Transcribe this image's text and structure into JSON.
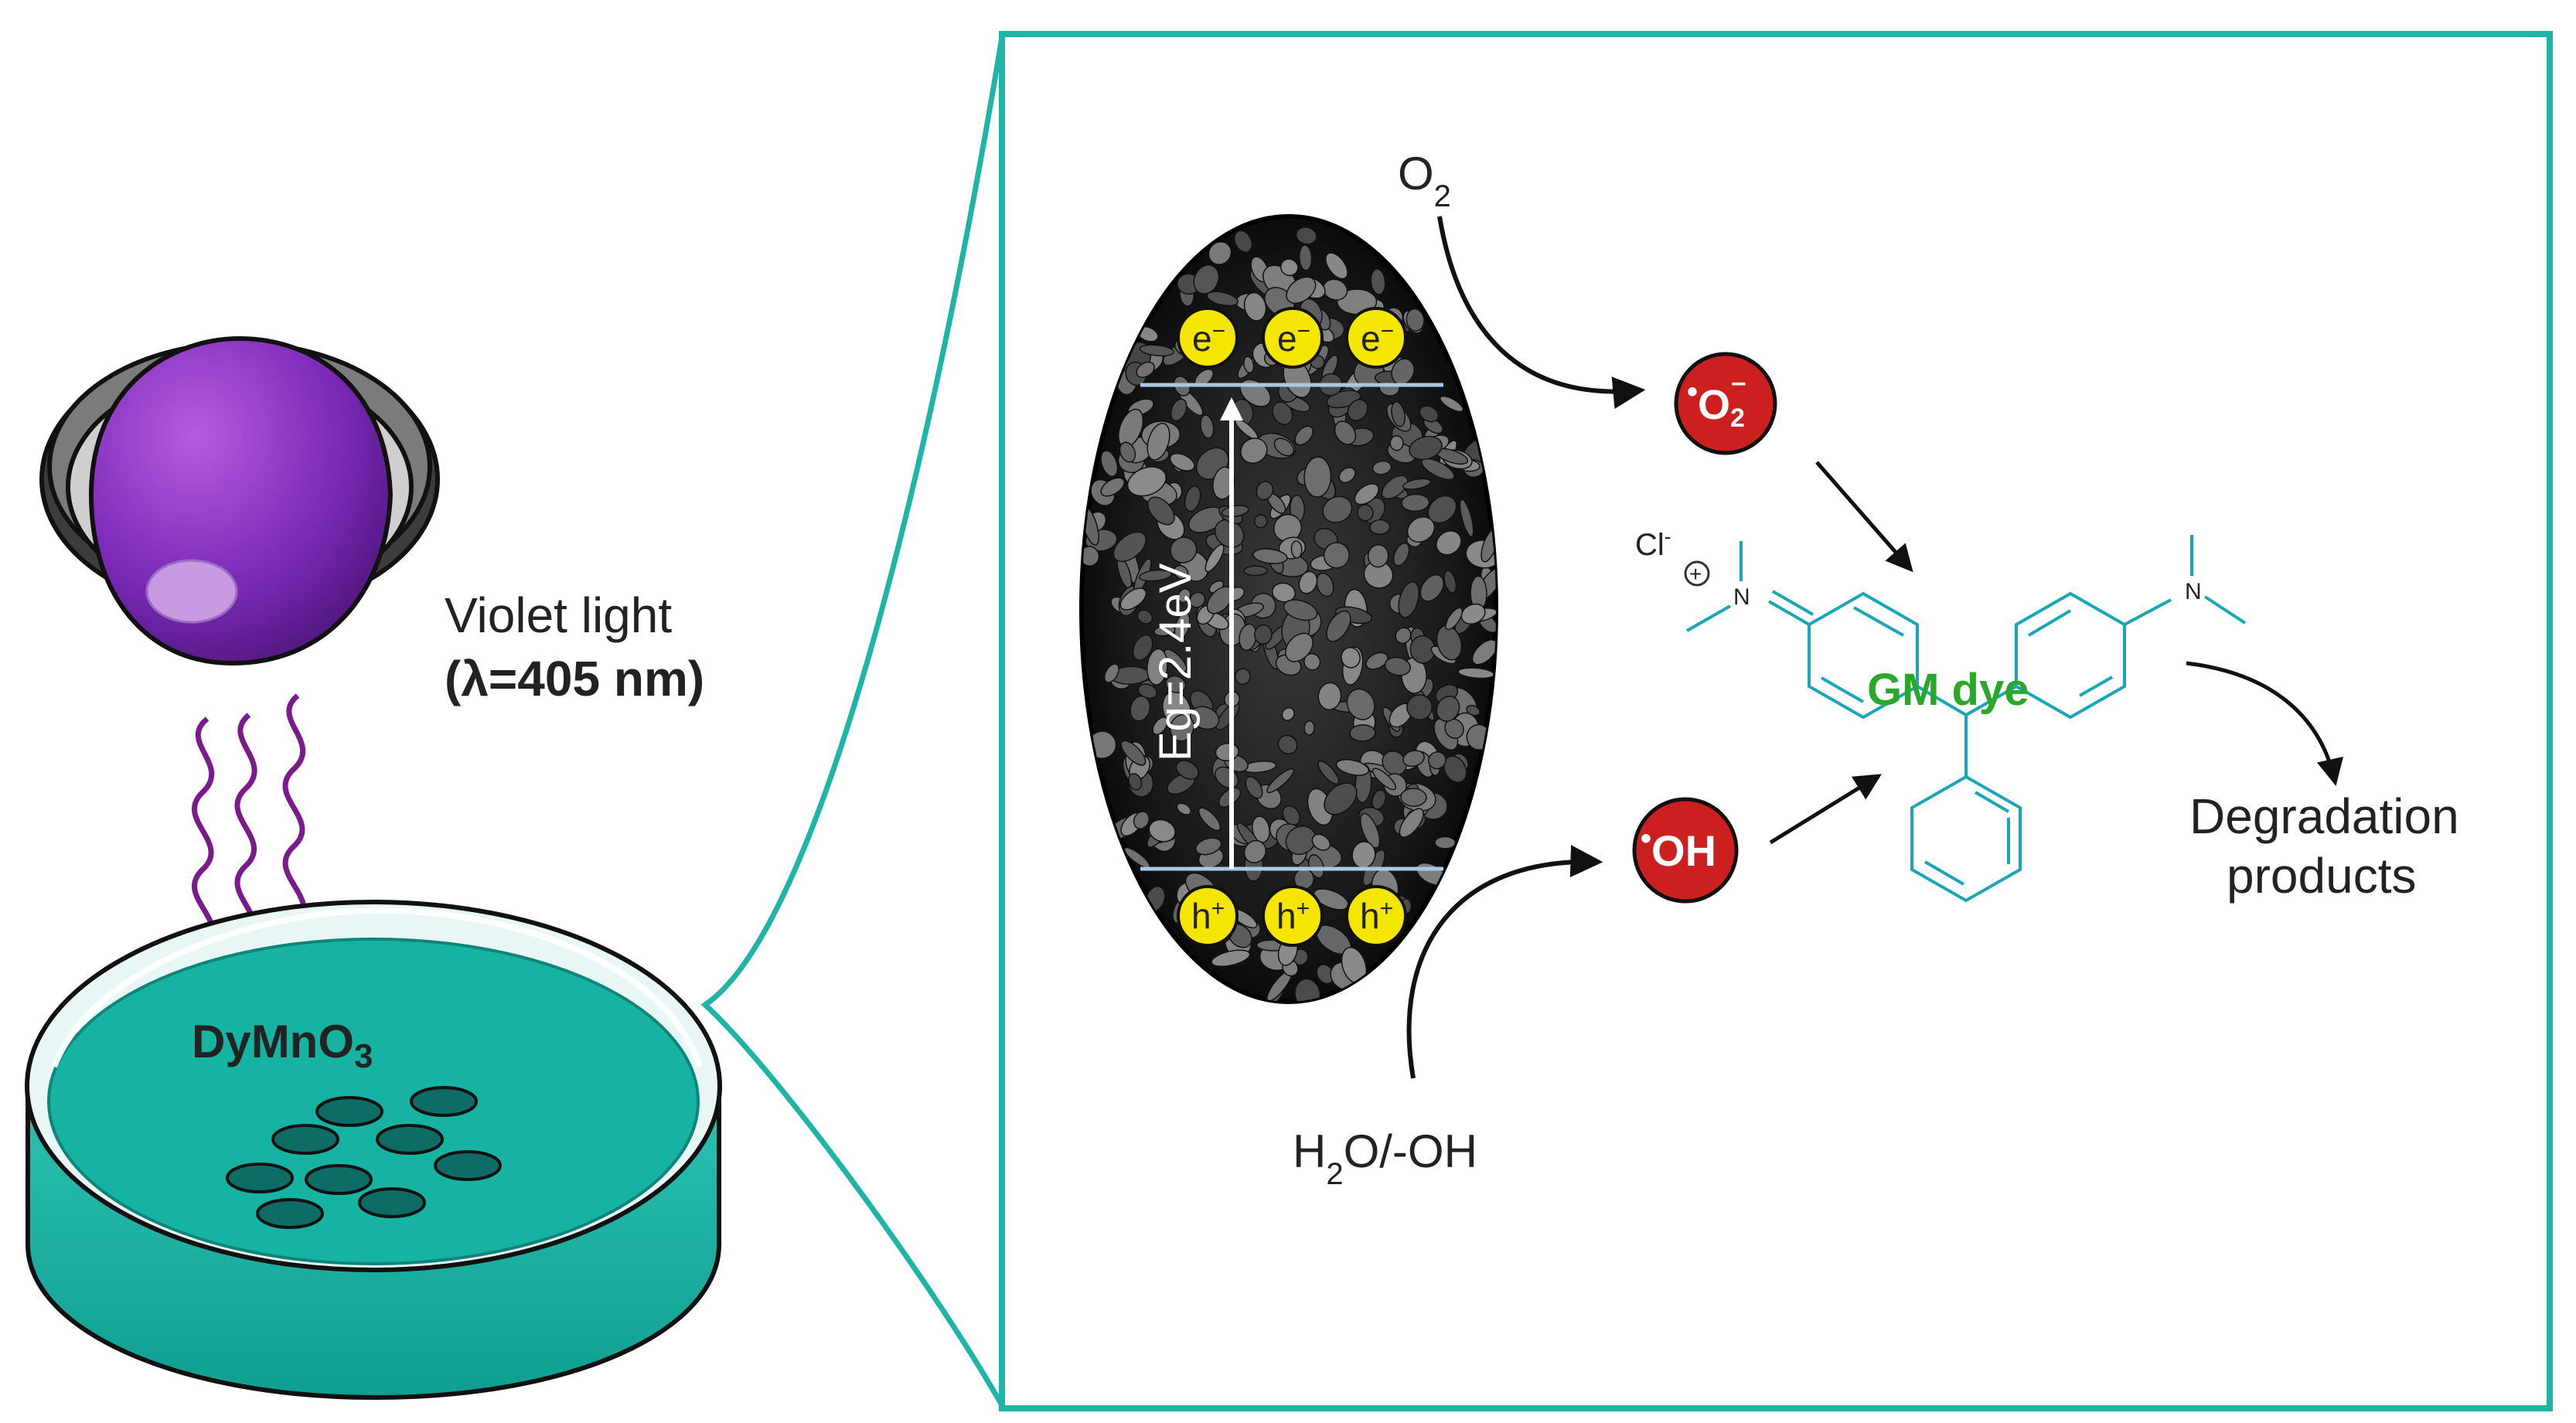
{
  "light_source": {
    "label_line1": "Violet light",
    "label_line2": "(λ=405 nm)"
  },
  "catalyst": {
    "label_main": "DyMnO",
    "label_sub": "3"
  },
  "particle": {
    "band_gap_label": "Eg=2.4eV",
    "electron_main": "e",
    "electron_sup": "−",
    "hole_main": "h",
    "hole_sup": "+"
  },
  "reactants": {
    "oxygen_main": "O",
    "oxygen_sub": "2",
    "water_part1": "H",
    "water_sub": "2",
    "water_part2": "O/-OH"
  },
  "radicals": {
    "superoxide_dot": "•",
    "superoxide_main": "O",
    "superoxide_sub": "2",
    "superoxide_sup": "−",
    "hydroxyl_dot": "•",
    "hydroxyl_main": "OH"
  },
  "dye": {
    "name": "GM dye",
    "counter_ion": "Cl",
    "counter_ion_sup": "-",
    "charge": "+",
    "nitrogen_left": "N",
    "nitrogen_right": "N"
  },
  "products": {
    "line1": "Degradation",
    "line2": "products"
  },
  "colors": {
    "frame": "#1fb5a6",
    "dish_liquid": "#16b3a3",
    "lamp_dome": "#7a2ab8",
    "wave": "#7a1a8c",
    "electron": "#f5e600",
    "radical": "#cc1f1f",
    "dye_structure": "#1aa6b7",
    "dye_label": "#2aa82a"
  }
}
